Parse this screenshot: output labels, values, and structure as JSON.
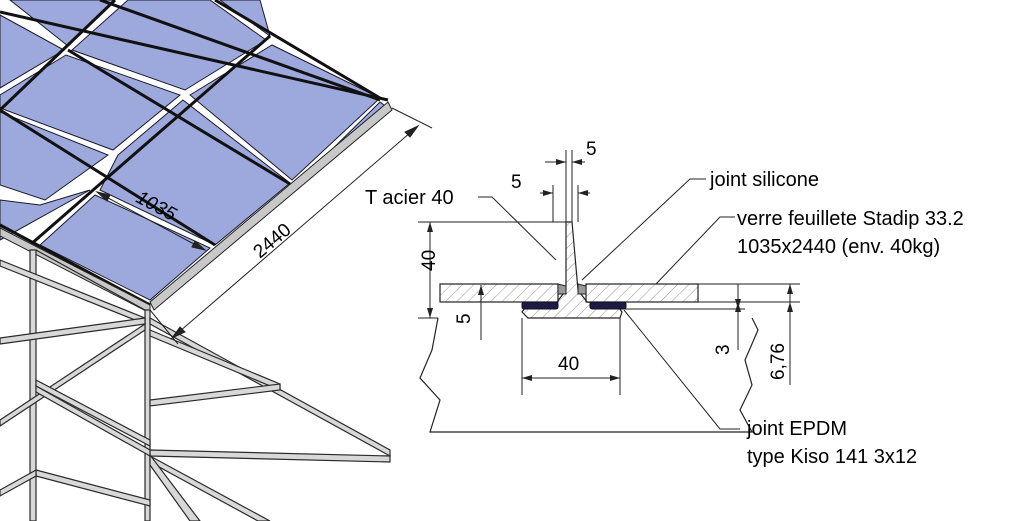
{
  "left_view": {
    "dim_width": "1035",
    "dim_length": "2440",
    "glass_color": "#9da9dd"
  },
  "section": {
    "dim_top_5": "5",
    "dim_second_5": "5",
    "dim_height": "40",
    "dim_glass": "5",
    "dim_width": "40",
    "dim_3": "3",
    "dim_676": "6,76",
    "label_t": "T acier 40",
    "label_silicone": "joint silicone",
    "label_glass_1": "verre feuillete Stadip 33.2",
    "label_glass_2": "1035x2440 (env. 40kg)",
    "label_epdm_1": "joint EPDM",
    "label_epdm_2": "type Kiso 141 3x12",
    "gasket_color": "#1e1a48"
  }
}
